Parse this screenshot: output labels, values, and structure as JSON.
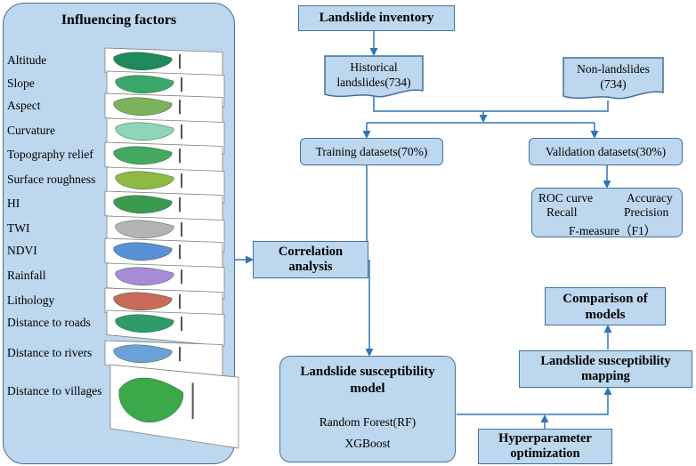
{
  "influencing_factors": {
    "title": "Influencing factors",
    "items": [
      "Altitude",
      "Slope",
      "Aspect",
      "Curvature",
      "Topography relief",
      "Surface roughness",
      "HI",
      "TWI",
      "NDVI",
      "Rainfall",
      "Lithology",
      "Distance to roads",
      "Distance to rivers",
      "Distance to villages"
    ]
  },
  "correlation": {
    "line1": "Correlation",
    "line2": "analysis"
  },
  "inventory": {
    "title": "Landslide inventory"
  },
  "historical": {
    "line1": "Historical",
    "line2": "landslides(734)"
  },
  "nonlandslides": {
    "line1": "Non-landslides",
    "line2": "(734)"
  },
  "training": {
    "label": "Training datasets(70%)"
  },
  "validation": {
    "label": "Validation datasets(30%)"
  },
  "metrics": {
    "roc": "ROC curve",
    "accuracy": "Accuracy",
    "recall": "Recall",
    "precision": "Precision",
    "fmeasure": "F-measure（F1）"
  },
  "comparison": {
    "line1": "Comparison of",
    "line2": "models"
  },
  "mapping": {
    "line1": "Landslide susceptibility",
    "line2": "mapping"
  },
  "model": {
    "line1": "Landslide susceptibility",
    "line2": "model",
    "rf": "Random Forest(RF)",
    "xgb": "XGBoost"
  },
  "hyperparameter": {
    "line1": "Hyperparameter",
    "line2": "optimization"
  },
  "colors": {
    "box_fill": "#bdd7ee",
    "box_border": "#41719c",
    "arrow": "#2e75b6"
  },
  "map_colors": [
    "#1f8a5c",
    "#3aa86b",
    "#7cb35a",
    "#8fd6b8",
    "#45a860",
    "#8fb940",
    "#3b9a4f",
    "#b4b4b4",
    "#5b8fd6",
    "#a78bd9",
    "#c96a5a",
    "#2f9a6a",
    "#6aa2d8",
    "#3ba84a"
  ]
}
